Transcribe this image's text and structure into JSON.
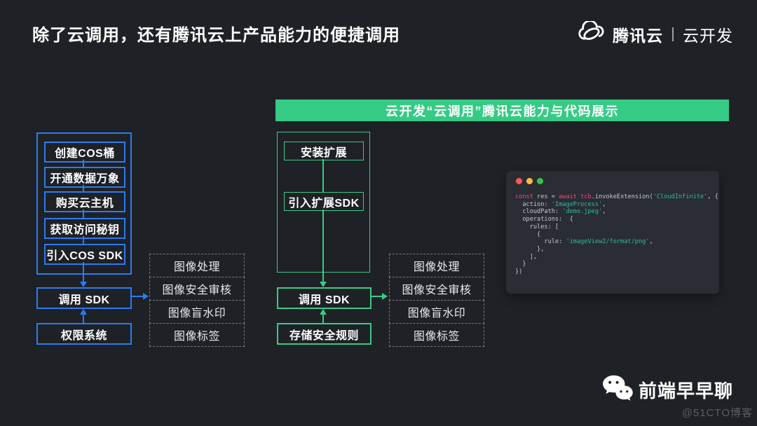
{
  "title": "除了云调用，还有腾讯云上产品能力的便捷调用",
  "brand": {
    "name": "腾讯云",
    "product": "云开发"
  },
  "banner": "云开发“云调用”腾讯云能力与代码展示",
  "colors": {
    "background": "#1e2126",
    "blue_accent": "#2b7bf3",
    "green_accent": "#35cb85",
    "code_keyword": "#f1497c",
    "code_string": "#2dbd9b",
    "traffic_red": "#fc5753",
    "traffic_yellow": "#fdbc40",
    "traffic_green": "#33c748"
  },
  "left_flow": {
    "steps": [
      "创建COS桶",
      "开通数据万象",
      "购买云主机",
      "获取访问秘钥",
      "引入COS SDK"
    ],
    "call": "调用 SDK",
    "base": "权限系统"
  },
  "mid_flow": {
    "steps": [
      "安装扩展",
      "引入扩展SDK"
    ],
    "call": "调用 SDK",
    "base": "存储安全规则"
  },
  "capabilities": [
    "图像处理",
    "图像安全审核",
    "图像盲水印",
    "图像标签"
  ],
  "code": {
    "lines": [
      [
        [
          "k",
          "const"
        ],
        [
          "p",
          " res = "
        ],
        [
          "k",
          "await"
        ],
        [
          "p",
          " "
        ],
        [
          "k",
          "tcb"
        ],
        [
          "p",
          ".invokeExtension("
        ],
        [
          "s",
          "'CloudInfinite'"
        ],
        [
          "p",
          ", {"
        ]
      ],
      [
        [
          "p",
          "  action: "
        ],
        [
          "s",
          "'ImageProcess'"
        ],
        [
          "p",
          ","
        ]
      ],
      [
        [
          "p",
          "  cloudPath: "
        ],
        [
          "s",
          "'demo.jpeg'"
        ],
        [
          "p",
          ","
        ]
      ],
      [
        [
          "p",
          "  operations:  {"
        ]
      ],
      [
        [
          "p",
          "    rules: ["
        ]
      ],
      [
        [
          "p",
          "      {"
        ]
      ],
      [
        [
          "p",
          "        rule: "
        ],
        [
          "s",
          "'imageView2/format/png'"
        ],
        [
          "p",
          ","
        ]
      ],
      [
        [
          "p",
          "      },"
        ]
      ],
      [
        [
          "p",
          "    ],"
        ]
      ],
      [
        [
          "p",
          "  }"
        ]
      ],
      [
        [
          "p",
          "})"
        ]
      ]
    ]
  },
  "watermark": {
    "name": "前端早早聊",
    "credit": "@51CTO博客"
  }
}
